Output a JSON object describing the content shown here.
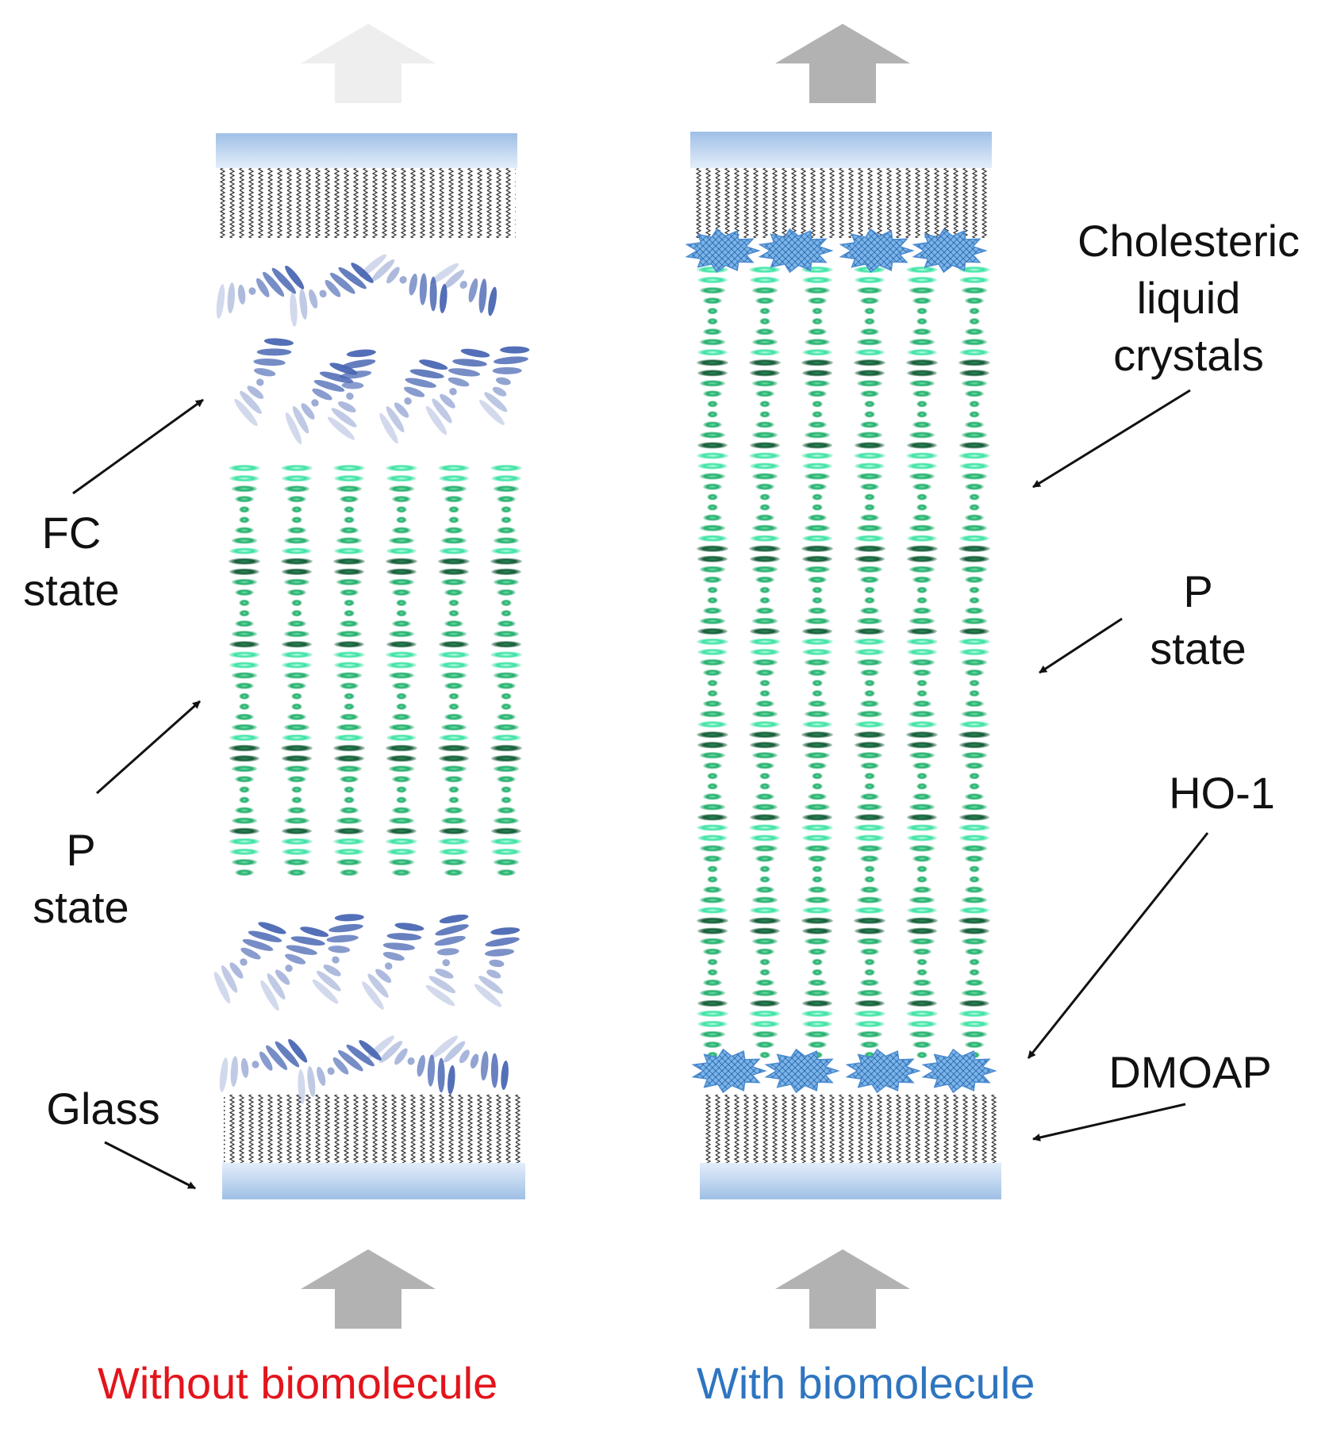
{
  "labels": {
    "fc_state": [
      "FC",
      "state"
    ],
    "p_state_left": [
      "P",
      "state"
    ],
    "glass": "Glass",
    "cholesteric": [
      "Cholesteric",
      "liquid",
      "crystals"
    ],
    "p_state_right": [
      "P",
      "state"
    ],
    "ho1": "HO-1",
    "dmoap": "DMOAP"
  },
  "captions": {
    "left": "Without biomolecule",
    "right": "With biomolecule"
  },
  "colors": {
    "caption_left": "#e3141b",
    "caption_right": "#2e75c0",
    "glass_top": "#9fbfe6",
    "glass_bottom": "#e3eefa",
    "arrow_light": "#eeeeee",
    "arrow_dark": "#b2b2b2",
    "fc_blue": "#4a67b3",
    "lc_light": "#35e0a0",
    "lc_mid": "#1faa68",
    "lc_dark": "#145a36",
    "protein": "#5a9ad8"
  }
}
